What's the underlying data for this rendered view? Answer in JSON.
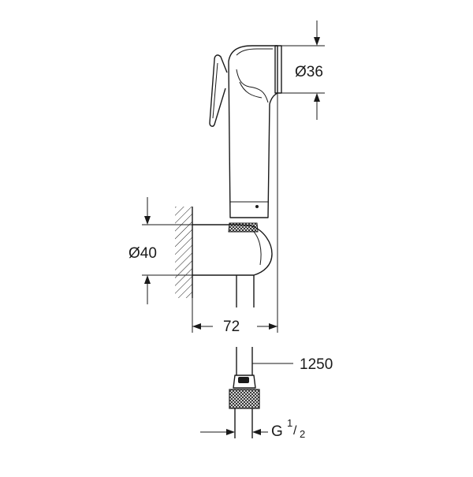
{
  "dimensions": {
    "spray_head_diameter": "Ø36",
    "holder_diameter": "Ø40",
    "projection": "72",
    "hose_length": "1250",
    "thread_size": "G",
    "thread_fraction_numerator": "1",
    "thread_fraction_denominator": "2"
  }
}
